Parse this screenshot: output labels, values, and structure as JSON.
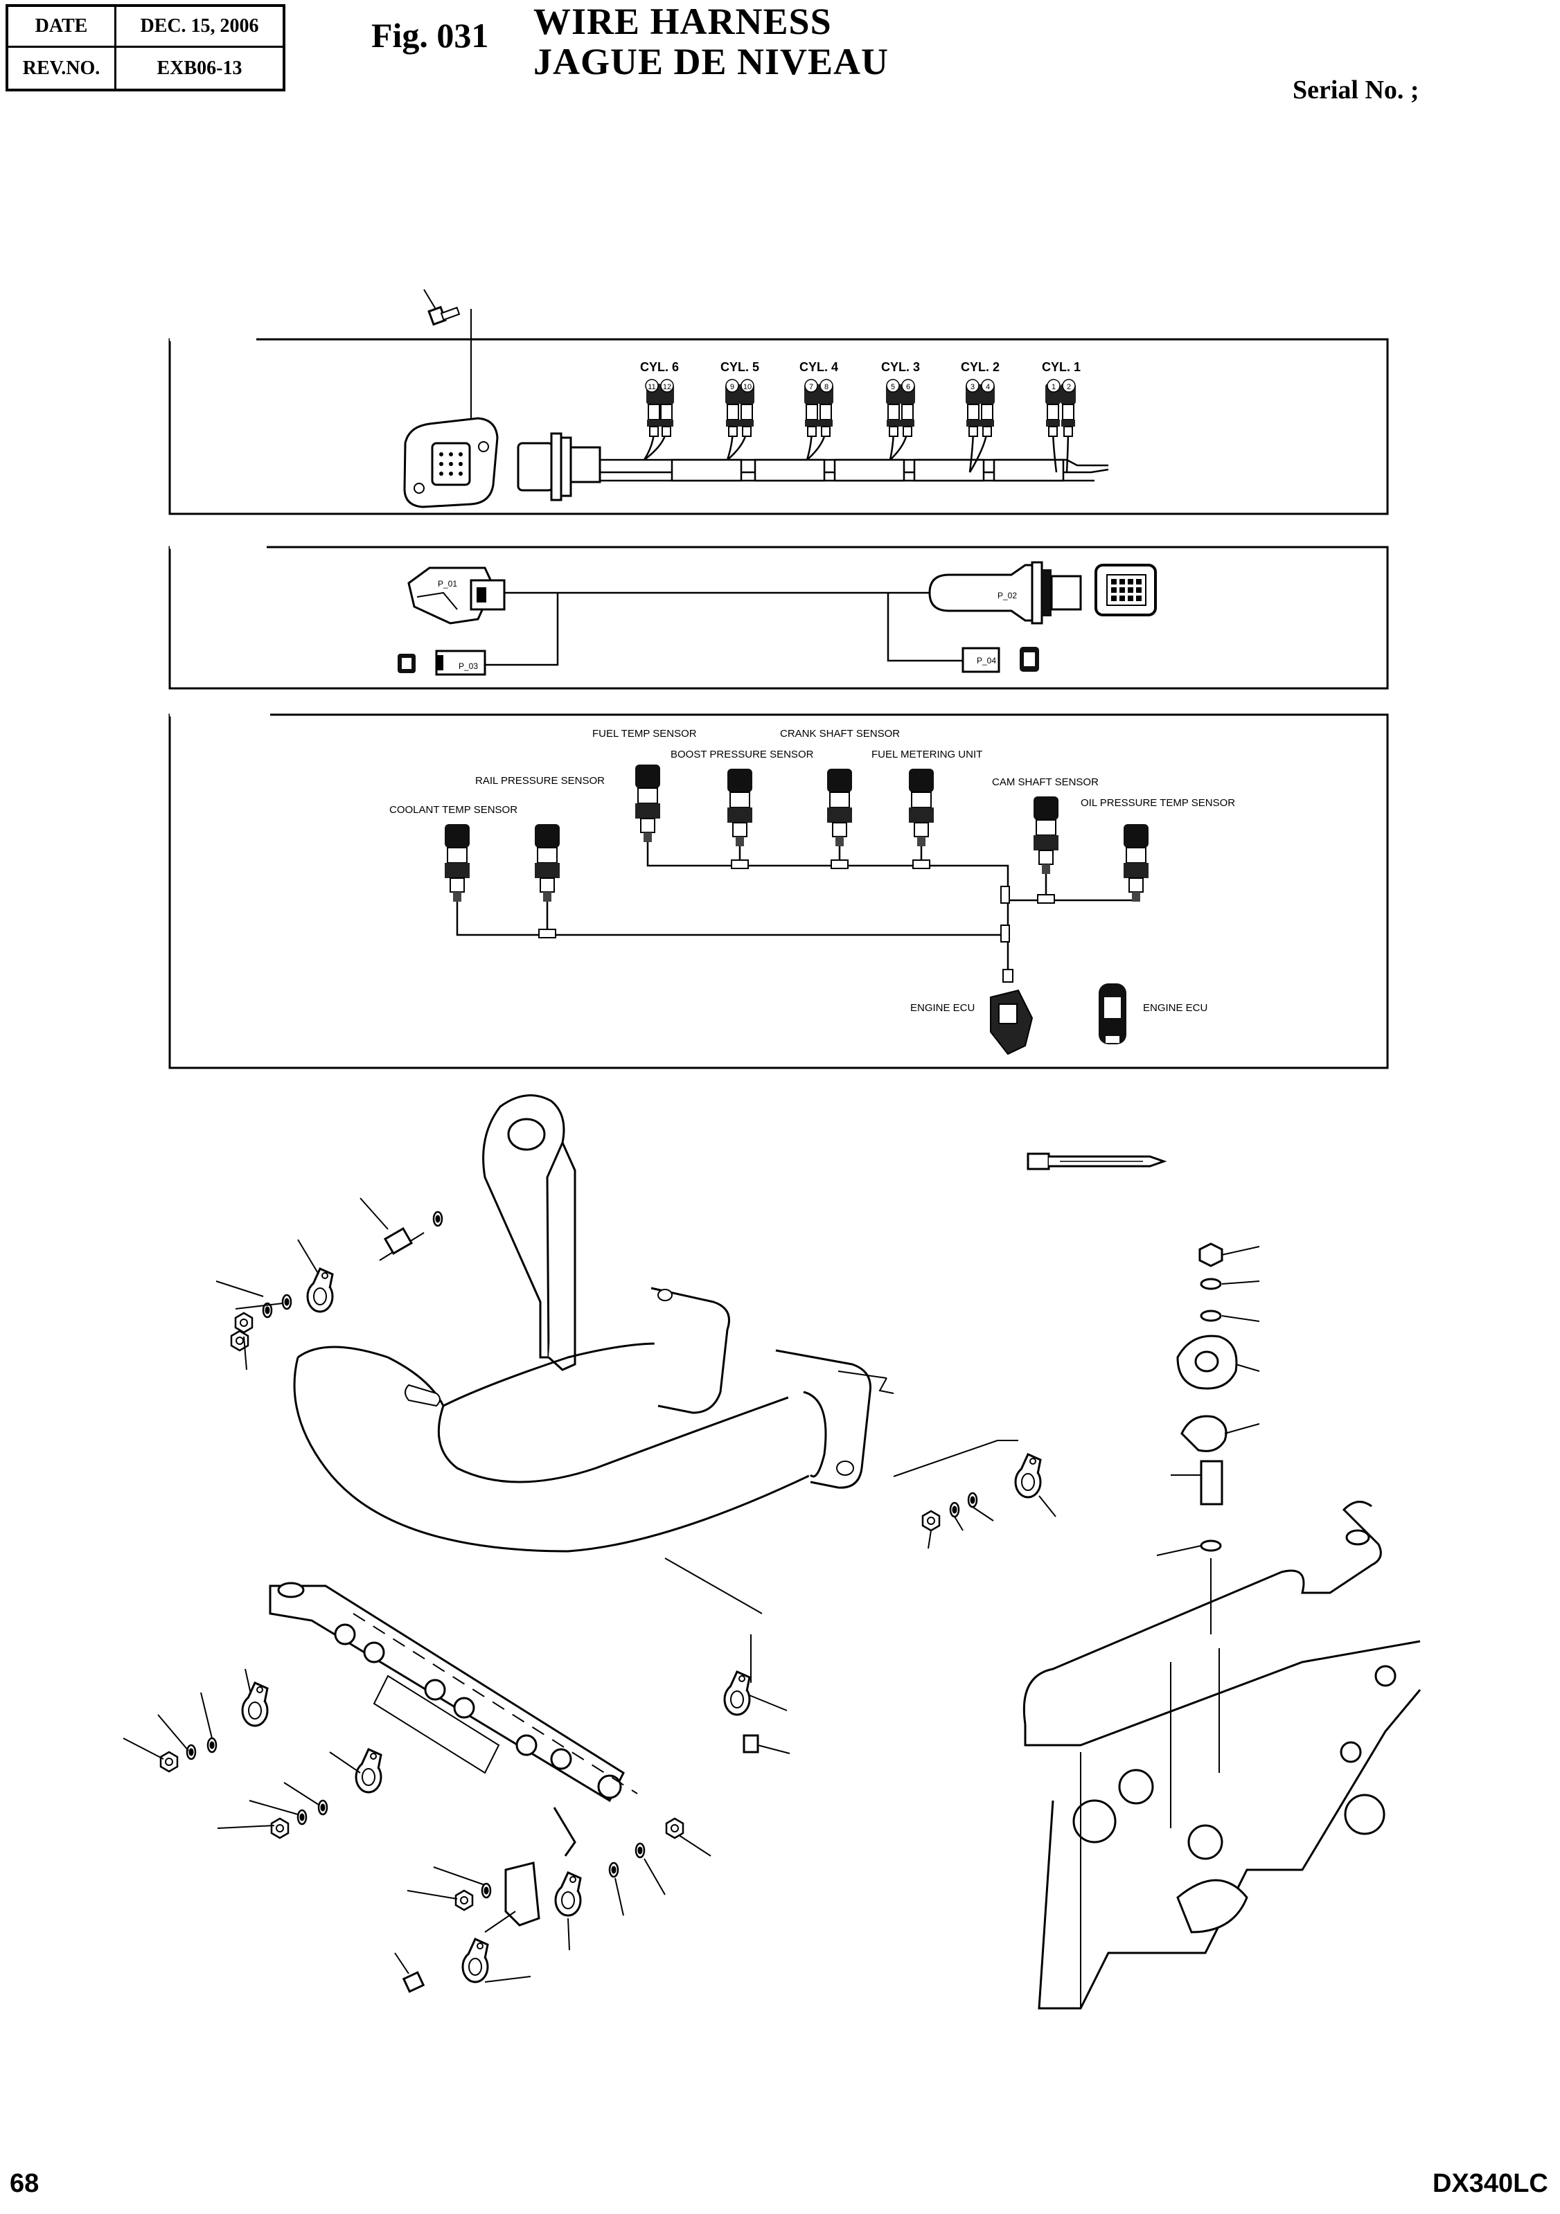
{
  "header": {
    "date_label": "DATE",
    "date_value": "DEC. 15, 2006",
    "rev_label": "REV.NO.",
    "rev_value": "EXB06-13"
  },
  "figure": {
    "number": "Fig. 031",
    "title_en": "WIRE HARNESS",
    "title_fr": "JAGUE DE NIVEAU",
    "serial": "Serial No. ;"
  },
  "cylinders": [
    {
      "label": "CYL. 6",
      "pins": [
        "11",
        "12"
      ]
    },
    {
      "label": "CYL. 5",
      "pins": [
        "9",
        "10"
      ]
    },
    {
      "label": "CYL. 4",
      "pins": [
        "7",
        "8"
      ]
    },
    {
      "label": "CYL. 3",
      "pins": [
        "5",
        "6"
      ]
    },
    {
      "label": "CYL. 2",
      "pins": [
        "3",
        "4"
      ]
    },
    {
      "label": "CYL. 1",
      "pins": [
        "1",
        "2"
      ]
    }
  ],
  "connectors": {
    "p01": "P_01",
    "p02": "P_02",
    "p03": "P_03",
    "p04": "P_04"
  },
  "sensors": {
    "fuel_temp": "FUEL TEMP SENSOR",
    "crank_shaft": "CRANK SHAFT SENSOR",
    "boost_pressure": "BOOST PRESSURE SENSOR",
    "fuel_metering": "FUEL METERING UNIT",
    "rail_pressure": "RAIL PRESSURE SENSOR",
    "cam_shaft": "CAM SHAFT SENSOR",
    "coolant_temp": "COOLANT TEMP SENSOR",
    "oil_pressure_temp": "OIL PRESSURE TEMP SENSOR",
    "engine_ecu_1": "ENGINE ECU",
    "engine_ecu_2": "ENGINE ECU"
  },
  "footer": {
    "page": "68",
    "model": "DX340LC"
  }
}
